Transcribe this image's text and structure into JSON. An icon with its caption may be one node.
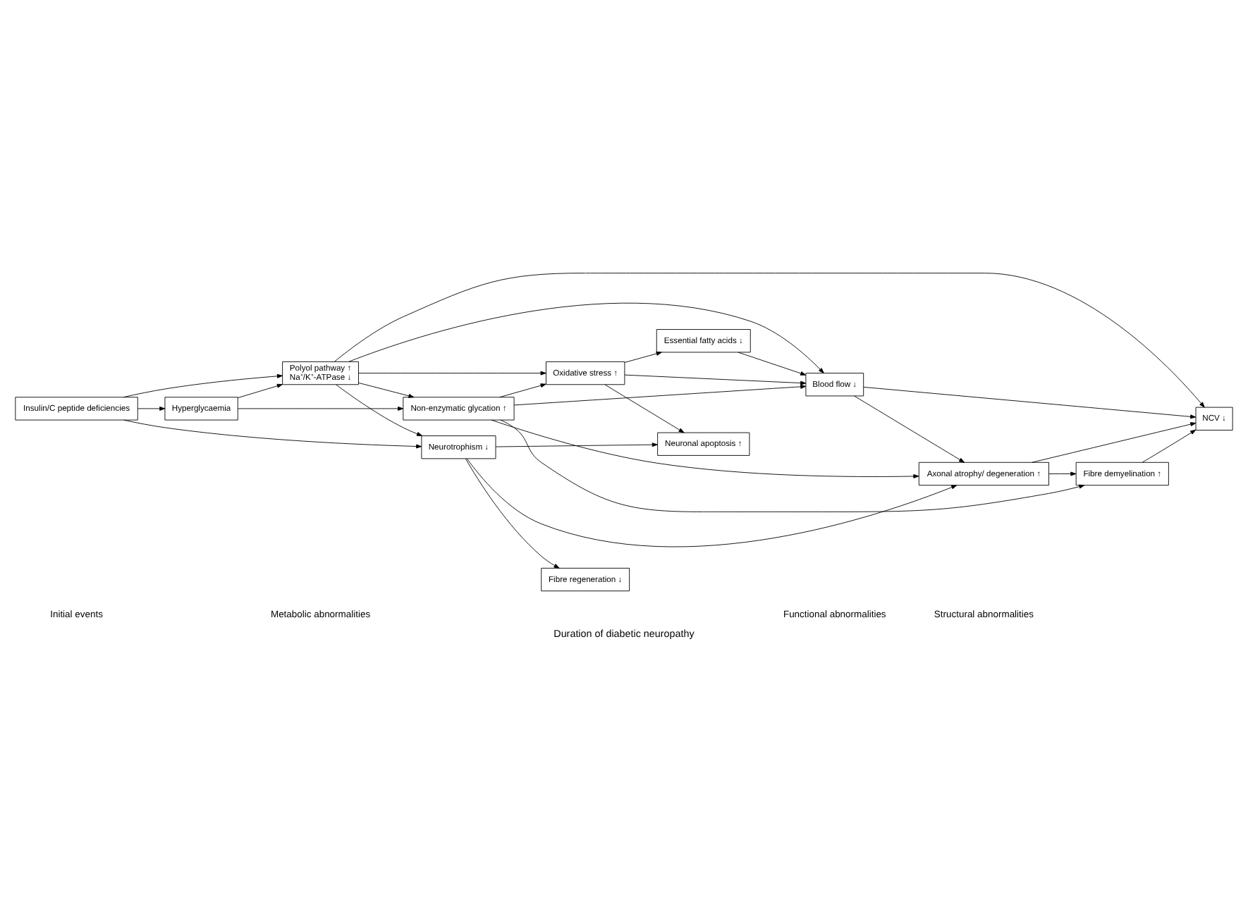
{
  "diagram": {
    "caption": "Duration of diabetic neuropathy",
    "nodes": [
      {
        "text": [
          "Hyperglycaemia"
        ]
      },
      {
        "text": [
          "Insulin/C peptide deficiencies"
        ]
      },
      {
        "text": [
          "Polyol pathway ↑",
          "Na⁺/K⁺-ATPase ↓"
        ]
      },
      {
        "text": [
          "Oxidative stress ↑"
        ]
      },
      {
        "text": [
          "Non-enzymatic glycation ↑"
        ]
      },
      {
        "text": [
          "Essential fatty acids ↓"
        ]
      },
      {
        "text": [
          "Neurotrophism ↓"
        ]
      },
      {
        "text": [
          "NCV ↓"
        ]
      },
      {
        "text": [
          "Blood flow ↓"
        ]
      },
      {
        "text": [
          "Axonal atrophy/ degeneration ↑"
        ]
      },
      {
        "text": [
          "Fibre demyelination ↑"
        ]
      },
      {
        "text": [
          "Fibre regeneration ↓"
        ]
      },
      {
        "text": [
          "Neuronal apoptosis ↑"
        ]
      }
    ],
    "edges": [
      {
        "from": 1,
        "to": 0,
        "arrow": "to"
      },
      {
        "from": 0,
        "to": 2,
        "arrow": "to"
      },
      {
        "from": 0,
        "to": 4,
        "arrow": "to"
      },
      {
        "from": 1,
        "to": 2,
        "arrow": "to"
      },
      {
        "from": 1,
        "to": 6,
        "arrow": "to"
      },
      {
        "from": 2,
        "to": 7,
        "arrow": "to"
      },
      {
        "from": 2,
        "to": 8,
        "arrow": "to"
      },
      {
        "from": 2,
        "to": 3,
        "arrow": "to"
      },
      {
        "from": 2,
        "to": 4,
        "arrow": "to"
      },
      {
        "from": 2,
        "to": 6,
        "arrow": "to"
      },
      {
        "from": 3,
        "to": 8,
        "arrow": "to"
      },
      {
        "from": 3,
        "to": 5,
        "arrow": "to"
      },
      {
        "from": 3,
        "to": 12,
        "arrow": "to"
      },
      {
        "from": 4,
        "to": 3,
        "arrow": "to"
      },
      {
        "from": 4,
        "to": 8,
        "arrow": "to"
      },
      {
        "from": 4,
        "to": 9,
        "arrow": "to"
      },
      {
        "from": 4,
        "to": 10,
        "arrow": "to"
      },
      {
        "from": 5,
        "to": 8,
        "arrow": "to"
      },
      {
        "from": 6,
        "to": 9,
        "arrow": "to"
      },
      {
        "from": 6,
        "to": 11,
        "arrow": "to"
      },
      {
        "from": 6,
        "to": 12,
        "arrow": "to"
      },
      {
        "from": 8,
        "to": 7,
        "arrow": "to"
      },
      {
        "from": 8,
        "to": 9,
        "arrow": "to"
      },
      {
        "from": 9,
        "to": 7,
        "arrow": "to"
      },
      {
        "from": 9,
        "to": 10,
        "arrow": "to"
      },
      {
        "from": 10,
        "to": 7,
        "arrow": "to"
      }
    ],
    "labels": [
      "Initial events",
      "Metabolic abnormalities",
      "Functional abnormalities",
      "Structural abnormalities"
    ]
  }
}
